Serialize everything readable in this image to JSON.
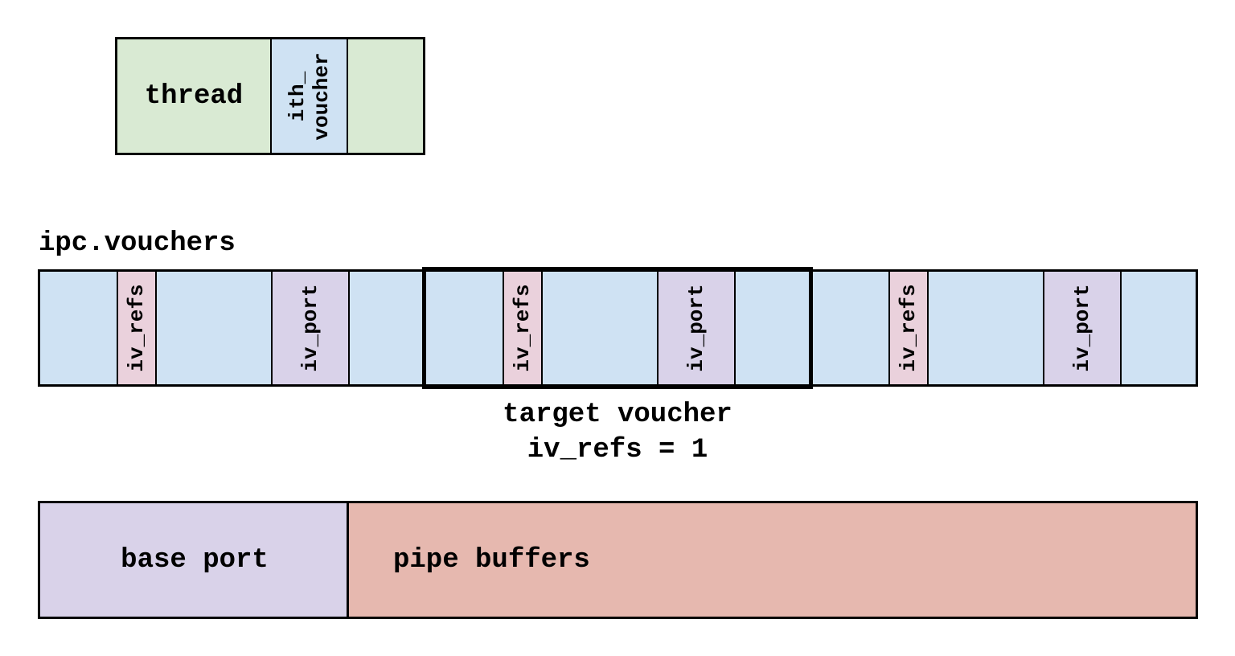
{
  "thread": {
    "label": "thread",
    "field_line1": "ith_",
    "field_line2": "voucher"
  },
  "vouchers": {
    "title": "ipc.vouchers",
    "entries": [
      {
        "refs_label": "iv_refs",
        "port_label": "iv_port"
      },
      {
        "refs_label": "iv_refs",
        "port_label": "iv_port"
      },
      {
        "refs_label": "iv_refs",
        "port_label": "iv_port"
      }
    ]
  },
  "target": {
    "caption_line1": "target voucher",
    "caption_line2": "iv_refs = 1"
  },
  "bottom": {
    "base_port_label": "base port",
    "pipe_buffers_label": "pipe buffers"
  },
  "colors": {
    "thread_green": "#d9ead3",
    "voucher_blue": "#cfe2f3",
    "refs_pink": "#ead1dc",
    "port_lavender": "#d9d2e9",
    "pipe_salmon": "#e6b8af"
  }
}
